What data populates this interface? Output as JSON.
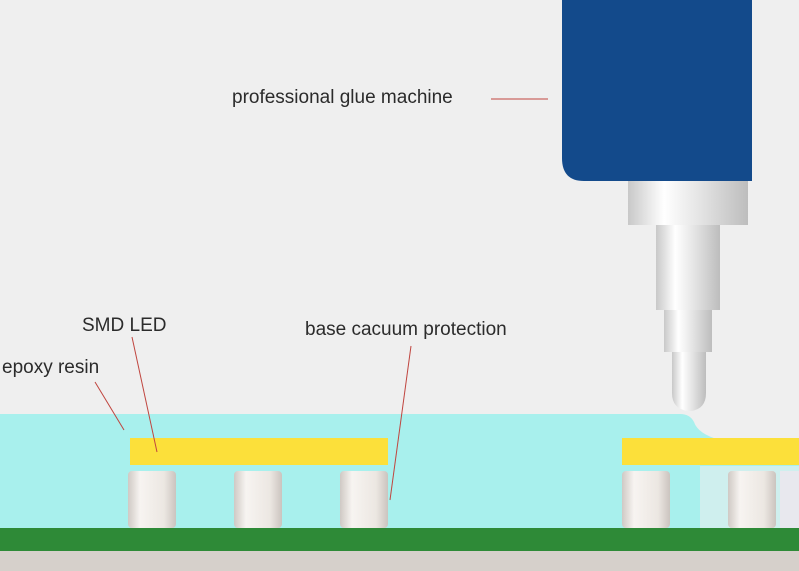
{
  "labels": {
    "glue_machine": "professional glue machine",
    "smd_led": "SMD LED",
    "epoxy_resin": "epoxy resin",
    "base_protection": "base cacuum protection"
  },
  "colors": {
    "background": "#efefef",
    "machine_body": "#134a8b",
    "epoxy_resin": "#a8f0ed",
    "led_strip": "#fce03a",
    "pad": "#e9e4df",
    "pcb": "#2e8a37",
    "base": "#d6d0cb",
    "leader_line": "#c0453f",
    "text": "#2b2b2b"
  }
}
